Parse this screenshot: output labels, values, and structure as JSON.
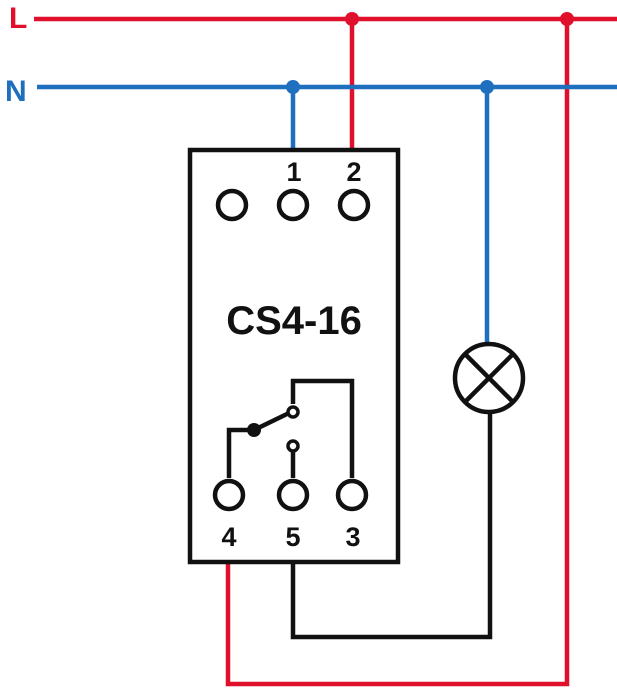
{
  "lines": {
    "live": {
      "label": "L",
      "color": "#e0102c"
    },
    "neutral": {
      "label": "N",
      "color": "#1f6fbf"
    }
  },
  "device": {
    "model": "CS4-16",
    "top_terminals": [
      "",
      "1",
      "2"
    ],
    "bottom_terminals": [
      "4",
      "5",
      "3"
    ]
  },
  "colors": {
    "wire_black": "#111111"
  },
  "load": {
    "icon": "lamp-icon"
  }
}
